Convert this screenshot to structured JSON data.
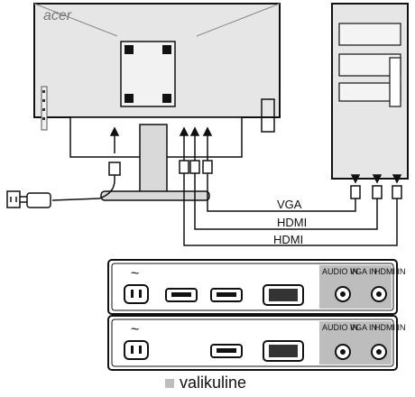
{
  "brand": "acer",
  "cables": {
    "vga_label": "VGA",
    "hdmi_label_1": "HDMI",
    "hdmi_label_2": "HDMI"
  },
  "panels": [
    {
      "audio_label": "AUDIO IN",
      "vga_label": "VGA IN",
      "hdmi_label": "HDMI IN",
      "power_symbol": "~"
    },
    {
      "audio_label": "AUDIO IN",
      "vga_label": "VGA IN",
      "hdmi_label": "HDMI IN",
      "power_symbol": "~"
    }
  ],
  "legend": {
    "text": "valikuline"
  },
  "colors": {
    "optional_area": "#bdbdbd",
    "line": "#111111"
  }
}
